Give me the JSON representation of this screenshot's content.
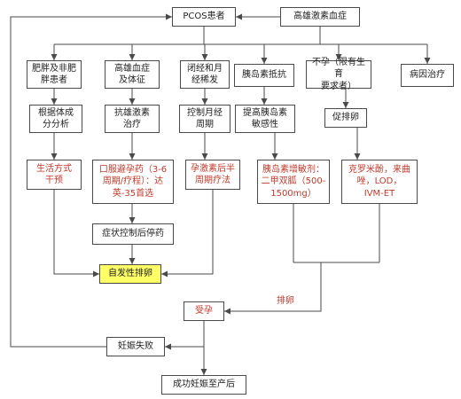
{
  "colors": {
    "text": "#222222",
    "red": "#c0392b",
    "line": "#4a4a4a",
    "highlight": "#ffff66"
  },
  "nodes": {
    "pcos": {
      "label": "PCOS患者"
    },
    "hyperandro": {
      "label": "高雄激素血症"
    },
    "obese": {
      "label": "肥胖及非肥\n胖患者"
    },
    "androsigns": {
      "label": "高雄血症\n及体征"
    },
    "amenorrhea": {
      "label": "闭经和月\n经稀发"
    },
    "insulin": {
      "label": "胰岛素抵抗"
    },
    "infertility": {
      "label": "不孕（限有生育\n要求者）"
    },
    "etiology": {
      "label": "病因治疗"
    },
    "bodycomp": {
      "label": "根据体成\n分分析"
    },
    "antiandro": {
      "label": "抗雄激素\n治疗"
    },
    "cyclectrl": {
      "label": "控制月经\n周期"
    },
    "sensitivity": {
      "label": "提高胰岛素\n敏感性"
    },
    "ovulation": {
      "label": "促排卵"
    },
    "lifestyle": {
      "label": "生活方式\n干预"
    },
    "ocp": {
      "label": "口服避孕药（3-6\n周期/疗程）：达\n英-35首选"
    },
    "progestin": {
      "label": "孕激素后半\n周期疗法"
    },
    "metformin": {
      "label": "胰岛素增敏剂：\n二甲双胍（500-\n1500mg）"
    },
    "clomiphene": {
      "label": "克罗米酚，来曲\n唑，LOD，\nIVM-ET"
    },
    "stopmed": {
      "label": "症状控制后停药"
    },
    "spontaneous": {
      "label": "自发性排卵"
    },
    "pregnant": {
      "label": "受孕"
    },
    "fail": {
      "label": "妊娠失败"
    },
    "success": {
      "label": "成功妊娠至产后"
    }
  },
  "edge_labels": {
    "ovulate": "排卵"
  }
}
